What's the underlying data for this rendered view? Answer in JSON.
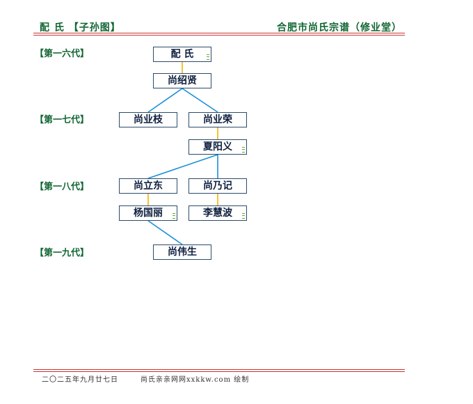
{
  "header": {
    "left_title": "配 氏 【子孙图】",
    "right_title": "合肥市尚氏宗谱（修业堂）"
  },
  "generations": [
    "【第一六代】",
    "【第一七代】",
    "【第一八代】",
    "【第一九代】"
  ],
  "persons": {
    "p1": "配 氏",
    "p2": "尚绍贤",
    "p3": "尚业枝",
    "p4": "尚业荣",
    "p5": "夏阳义",
    "p6": "尚立东",
    "p7": "尚乃记",
    "p8": "杨国丽",
    "p9": "李慧波",
    "p10": "尚伟生"
  },
  "links": [
    {
      "from": "p1",
      "to": "p2",
      "type": "spouse"
    },
    {
      "from": "p2",
      "to": "p3",
      "type": "child"
    },
    {
      "from": "p2",
      "to": "p4",
      "type": "child"
    },
    {
      "from": "p4",
      "to": "p5",
      "type": "spouse"
    },
    {
      "from": "p5",
      "to": "p6",
      "type": "child"
    },
    {
      "from": "p5",
      "to": "p7",
      "type": "child"
    },
    {
      "from": "p6",
      "to": "p8",
      "type": "spouse"
    },
    {
      "from": "p7",
      "to": "p9",
      "type": "spouse"
    },
    {
      "from": "p8",
      "to": "p10",
      "type": "child"
    }
  ],
  "marked": [
    "p1",
    "p5",
    "p8",
    "p9"
  ],
  "colors": {
    "spouse_line": "#f0b400",
    "child_line": "#1a8fd8"
  },
  "footer": {
    "date": "二〇二五年九月廿七日",
    "credit": "尚氏亲亲网网xxkkw.com 绘制"
  }
}
